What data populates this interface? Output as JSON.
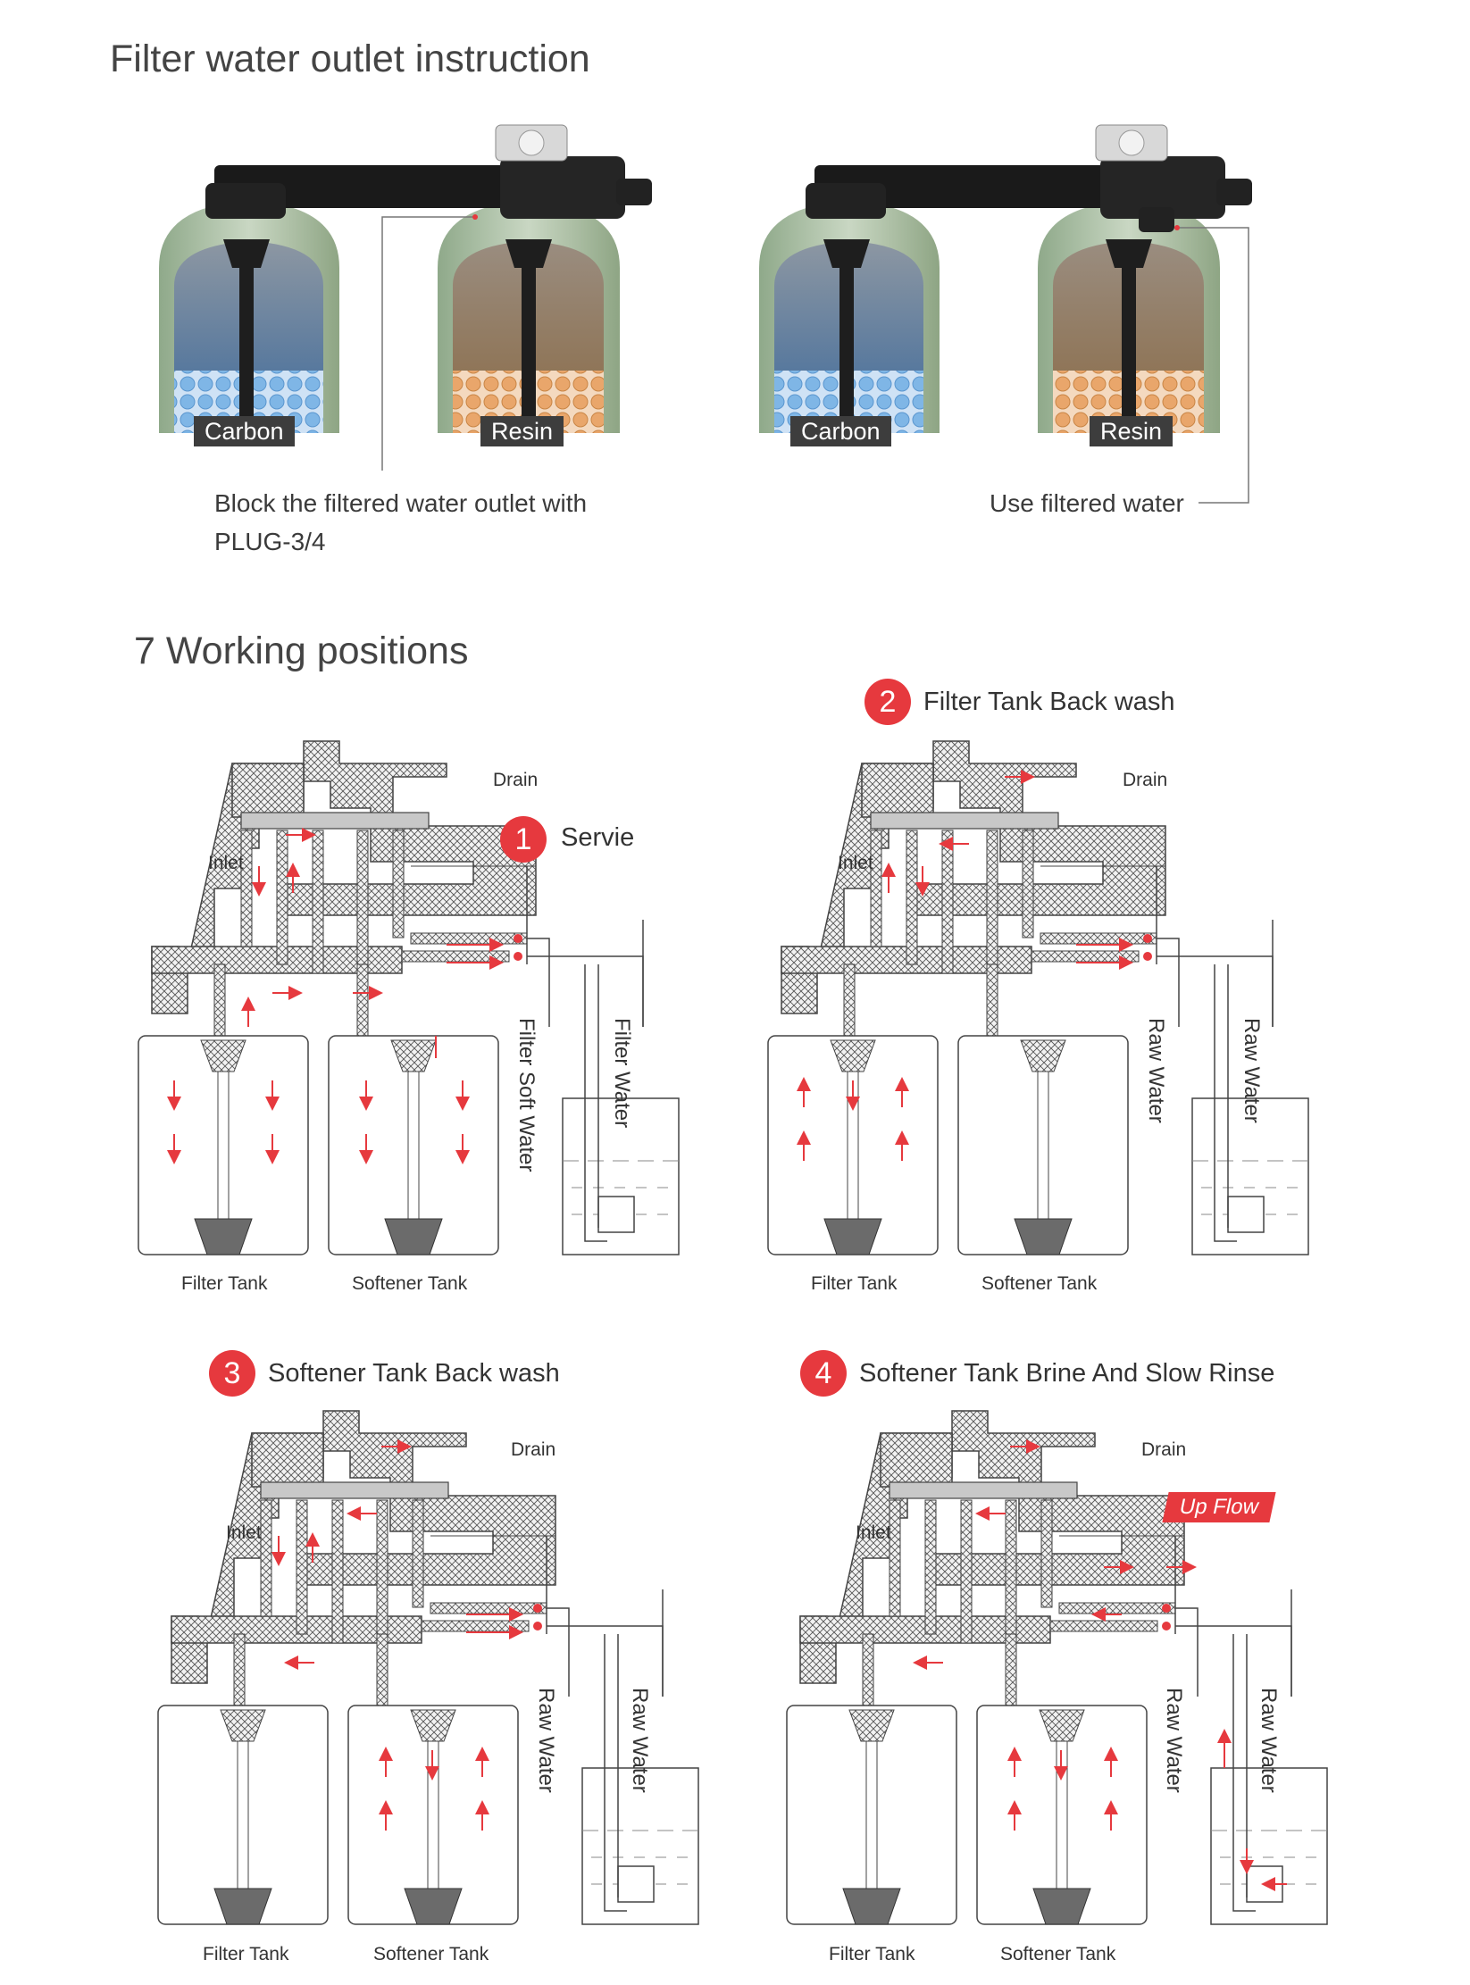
{
  "section1": {
    "title": "Filter water outlet instruction",
    "left": {
      "tank_a": "Carbon",
      "tank_b": "Resin",
      "caption_line1": "Block the filtered water outlet with",
      "caption_line2": "PLUG-3/4"
    },
    "right": {
      "tank_a": "Carbon",
      "tank_b": "Resin",
      "caption": "Use filtered water"
    }
  },
  "section2": {
    "title": "7 Working positions",
    "panels": [
      {
        "num": "1",
        "label": "Servie",
        "drain": "Drain",
        "inlet": "Inlet",
        "pipe1": "Filter Soft Water",
        "pipe2": "Filter Water",
        "tank1": "Filter Tank",
        "tank2": "Softener Tank"
      },
      {
        "num": "2",
        "label": "Filter Tank Back wash",
        "drain": "Drain",
        "inlet": "Inlet",
        "pipe1": "Raw Water",
        "pipe2": "Raw Water",
        "tank1": "Filter Tank",
        "tank2": "Softener Tank"
      },
      {
        "num": "3",
        "label": "Softener Tank Back wash",
        "drain": "Drain",
        "inlet": "Inlet",
        "pipe1": "Raw Water",
        "pipe2": "Raw Water",
        "tank1": "Filter Tank",
        "tank2": "Softener Tank"
      },
      {
        "num": "4",
        "label": "Softener Tank Brine And Slow Rinse",
        "drain": "Drain",
        "inlet": "Inlet",
        "pipe1": "Raw Water",
        "pipe2": "Raw Water",
        "tank1": "Filter Tank",
        "tank2": "Softener Tank",
        "badge": "Up Flow"
      }
    ]
  },
  "colors": {
    "accent": "#e6393e",
    "tank_label_bg": "#3d3d3d",
    "carbon_water": "#5b7fa8",
    "resin_water": "#9c7a55",
    "tank_shell": "#9fb59a"
  }
}
